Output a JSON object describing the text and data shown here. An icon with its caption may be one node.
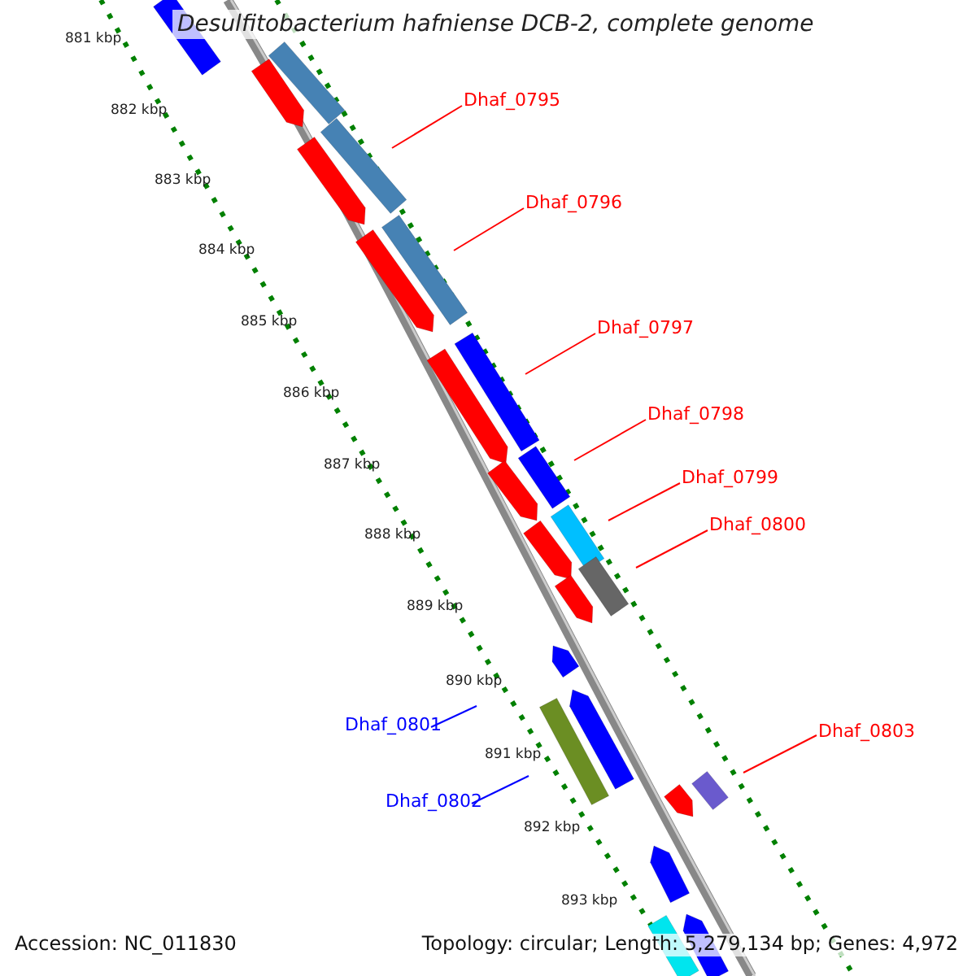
{
  "diagram": {
    "title": "Desulfitobacterium hafniense DCB-2, complete genome",
    "nodes": [
      {
        "text": [
          "Dhaf_0795"
        ]
      },
      {
        "text": [
          "Dhaf_0796"
        ]
      },
      {
        "text": [
          "Dhaf_0797"
        ]
      },
      {
        "text": [
          "Dhaf_0798"
        ]
      },
      {
        "text": [
          "Dhaf_0799"
        ]
      },
      {
        "text": [
          "Dhaf_0800"
        ]
      },
      {
        "text": [
          "Dhaf_0801"
        ]
      },
      {
        "text": [
          "Dhaf_0802"
        ]
      },
      {
        "text": [
          "Dhaf_0803"
        ]
      }
    ],
    "edges": [
      {
        "from": 0,
        "to": null,
        "arrow": "none"
      },
      {
        "from": 1,
        "to": null,
        "arrow": "none"
      },
      {
        "from": 2,
        "to": null,
        "arrow": "none"
      },
      {
        "from": 3,
        "to": null,
        "arrow": "none"
      },
      {
        "from": 4,
        "to": null,
        "arrow": "none"
      },
      {
        "from": 5,
        "to": null,
        "arrow": "none"
      },
      {
        "from": 6,
        "to": null,
        "arrow": "none",
        "color": "#0000ff"
      },
      {
        "from": 7,
        "to": null,
        "arrow": "none",
        "color": "#0000ff"
      },
      {
        "from": 8,
        "to": null,
        "arrow": "none"
      }
    ],
    "labels": [
      "881 kbp",
      "882 kbp",
      "883 kbp",
      "884 kbp",
      "885 kbp",
      "886 kbp",
      "887 kbp",
      "888 kbp",
      "889 kbp",
      "890 kbp",
      "891 kbp",
      "892 kbp",
      "893 kbp",
      "Accession: NC_011830",
      "Topology: circular; Length: 5,279,134 bp; Genes: 4,972"
    ]
  }
}
